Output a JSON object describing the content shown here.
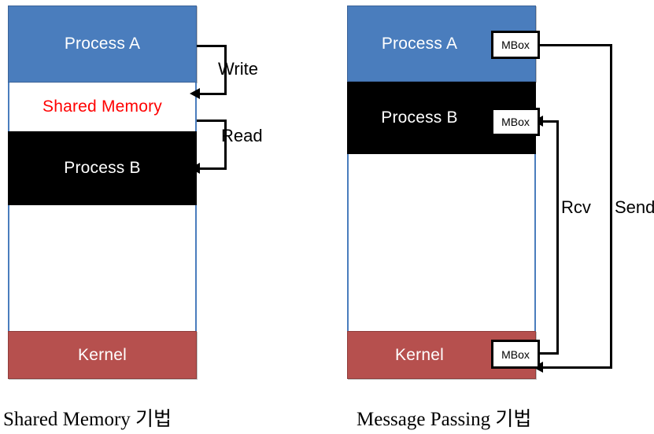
{
  "diagram": {
    "title_left": "Shared Memory 기법",
    "title_right": "Message Passing 기법",
    "colors": {
      "process_a": "#4a7dbd",
      "process_b": "#000000",
      "shared_memory_text": "#ff0000",
      "kernel": "#b6504e",
      "stroke": "#000000",
      "border_blue": "#4a7dbd",
      "background": "#ffffff"
    }
  },
  "left_panel": {
    "name": "shared-memory-technique",
    "blocks": [
      {
        "label": "Process A",
        "kind": "process-a"
      },
      {
        "label": "Shared Memory",
        "kind": "shared-memory"
      },
      {
        "label": "Process B",
        "kind": "process-b"
      },
      {
        "label": "",
        "kind": "empty-space"
      },
      {
        "label": "Kernel",
        "kind": "kernel"
      }
    ],
    "arrows": [
      {
        "label": "Write",
        "from": "Process A",
        "to": "Shared Memory"
      },
      {
        "label": "Read",
        "from": "Shared Memory",
        "to": "Process B"
      }
    ],
    "caption": "Shared Memory 기법"
  },
  "right_panel": {
    "name": "message-passing-technique",
    "blocks": [
      {
        "label": "Process A",
        "kind": "process-a",
        "mbox": "MBox"
      },
      {
        "label": "Process B",
        "kind": "process-b",
        "mbox": "MBox"
      },
      {
        "label": "",
        "kind": "empty-space",
        "mbox": null
      },
      {
        "label": "Kernel",
        "kind": "kernel",
        "mbox": "MBox"
      }
    ],
    "mbox_label": "MBox",
    "arrows": [
      {
        "label": "Send",
        "from": "Process A MBox",
        "to": "Kernel MBox"
      },
      {
        "label": "Rcv",
        "from": "Kernel MBox",
        "to": "Process B MBox"
      }
    ],
    "caption": "Message Passing 기법"
  }
}
